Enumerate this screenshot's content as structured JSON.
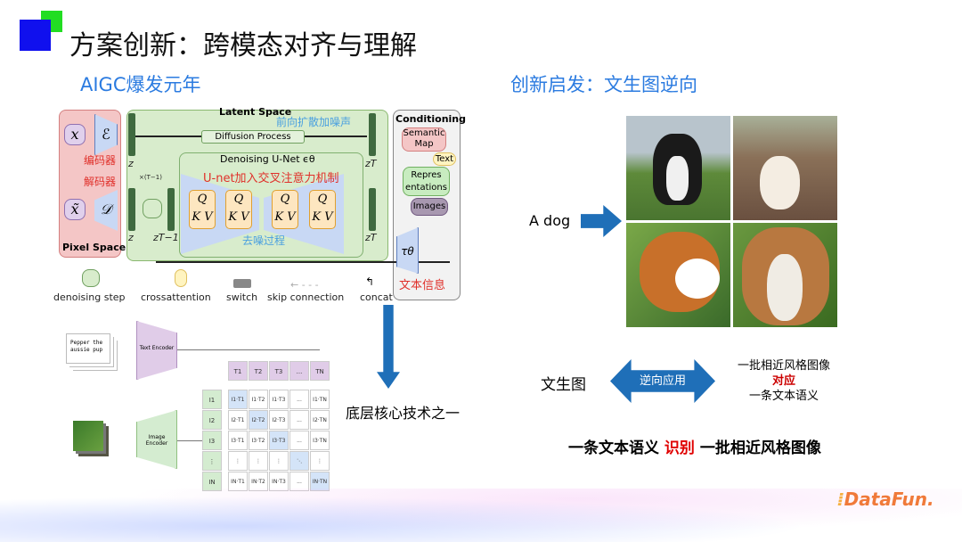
{
  "slide": {
    "title": "方案创新：跨模态对齐与理解",
    "left_subtitle": "AIGC爆发元年",
    "right_subtitle": "创新启发：文生图逆向",
    "core_tech_label": "底层核心技术之一"
  },
  "ldm_diagram": {
    "latent_space": "Latent Space",
    "pixel_space": "Pixel Space",
    "conditioning": "Conditioning",
    "diffusion_process": "Diffusion Process",
    "forward_noise_note": "前向扩散加噪声",
    "denoising_unet": "Denoising U-Net ϵθ",
    "unet_note": "U-net加入交叉注意力机制",
    "denoise_note": "去噪过程",
    "encoder_note": "编码器",
    "decoder_note": "解码器",
    "text_info_note": "文本信息",
    "x": "x",
    "x_tilde": "x̃",
    "enc": "ℰ",
    "dec": "𝒟",
    "z": "z",
    "zT": "zT",
    "zT1": "zT−1",
    "repeat": "×(T−1)",
    "tau": "τθ",
    "q": "Q",
    "kv": "K V",
    "cond_items": [
      "Semantic Map",
      "Text",
      "Repres entations",
      "Images"
    ],
    "legend": [
      "denoising step",
      "crossattention",
      "switch",
      "skip connection",
      "concat"
    ]
  },
  "clip_diagram": {
    "caption": "Pepper the aussie pup",
    "text_encoder": "Text Encoder",
    "image_encoder": "Image Encoder",
    "text_tokens": [
      "T1",
      "T2",
      "T3",
      "...",
      "TN"
    ],
    "image_tokens": [
      "I1",
      "I2",
      "I3",
      "⋮",
      "IN"
    ],
    "matrix": [
      [
        "I1·T1",
        "I1·T2",
        "I1·T3",
        "...",
        "I1·TN"
      ],
      [
        "I2·T1",
        "I2·T2",
        "I2·T3",
        "...",
        "I2·TN"
      ],
      [
        "I3·T1",
        "I3·T2",
        "I3·T3",
        "...",
        "I3·TN"
      ],
      [
        "⋮",
        "⋮",
        "⋮",
        "⋱",
        "⋮"
      ],
      [
        "IN·T1",
        "IN·T2",
        "IN·T3",
        "...",
        "IN·TN"
      ]
    ]
  },
  "right_panel": {
    "prompt": "A dog",
    "text_to_image": "文生图",
    "arrow_label": "逆向应用",
    "result_line1": "一批相近风格图像",
    "result_line2": "对应",
    "result_line3": "一条文本语义",
    "summary_a": "一条文本语义",
    "summary_b": "识别",
    "summary_c": "一批相近风格图像"
  },
  "brand": {
    "logo": "DataFun."
  },
  "colors": {
    "accent_blue": "#2b7be0",
    "arrow_blue": "#1f6fb8",
    "red": "#e00000"
  }
}
